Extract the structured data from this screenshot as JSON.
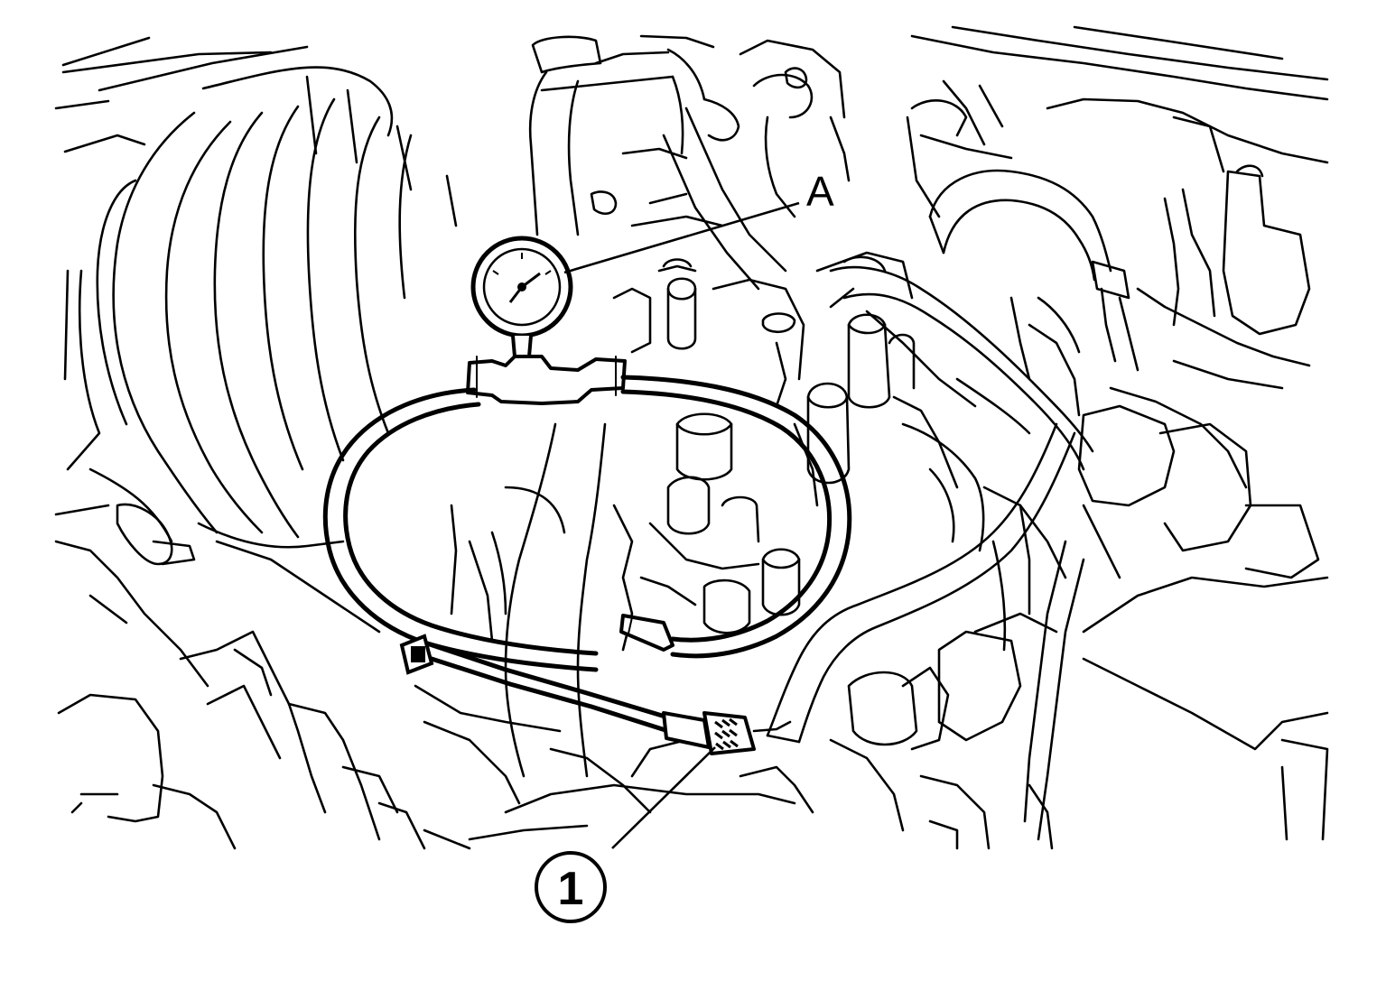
{
  "diagram": {
    "callouts": [
      {
        "id": "A",
        "text": "A"
      },
      {
        "id": "1",
        "text": "1"
      }
    ],
    "icons": [
      "pressure-gauge-icon",
      "fuel-hose-icon",
      "quick-connector-icon"
    ]
  }
}
